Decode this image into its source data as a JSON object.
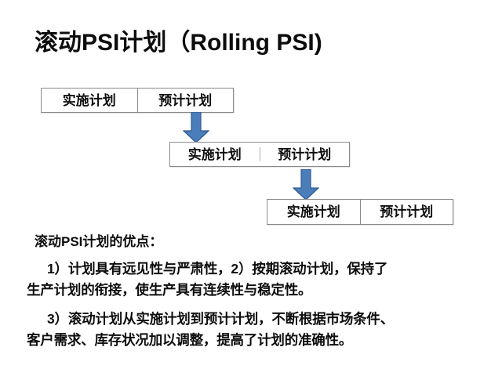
{
  "slide": {
    "title": "滚动PSI计划（Rolling PSI)",
    "background_color": "#ffffff",
    "text_color": "#0d0d0d"
  },
  "diagram": {
    "accent_color": "#4a7ebb",
    "arrow_outline_color": "#2f5b8f",
    "box_border_color": "#8a8a8a",
    "boxes": [
      {
        "left_label": "实施计划",
        "right_label": "预计计划"
      },
      {
        "left_label": "实施计划",
        "right_label": "预计计划"
      },
      {
        "left_label": "实施计划",
        "right_label": "预计计划"
      }
    ],
    "arrows": [
      {
        "name": "down-arrow-1",
        "direction": "down"
      },
      {
        "name": "down-arrow-2",
        "direction": "down"
      }
    ]
  },
  "body": {
    "heading": "滚动PSI计划的优点：",
    "paragraphs": [
      {
        "first_line": "1）计划具有远见性与严肃性，2）按期滚动计划，保持了",
        "second_line": "生产计划的衔接，使生产具有连续性与稳定性。"
      },
      {
        "first_line": "3）滚动计划从实施计划到预计计划，不断根据市场条件、",
        "second_line": "客户需求、库存状况加以调整，提高了计划的准确性。"
      }
    ]
  }
}
